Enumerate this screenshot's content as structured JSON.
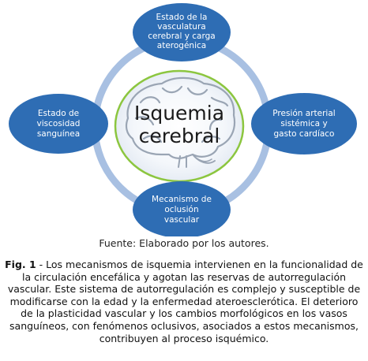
{
  "diagram": {
    "center": {
      "lines": [
        "Isquemia",
        "cerebral"
      ]
    },
    "nodes": [
      {
        "id": "top",
        "lines": [
          "Estado de la",
          "vasculatura",
          "cerebral y carga",
          "aterogénica"
        ]
      },
      {
        "id": "right",
        "lines": [
          "Presión arterial",
          "sistémica y",
          "gasto cardíaco"
        ]
      },
      {
        "id": "bottom",
        "lines": [
          "Mecanismo de",
          "oclusión",
          "vascular"
        ]
      },
      {
        "id": "left",
        "lines": [
          "Estado de",
          "viscosidad",
          "sanguínea"
        ]
      }
    ],
    "colors": {
      "node_fill": "#2E6DB4",
      "cycle_ring": "#A8C0E2",
      "center_ring": "#8CC63F"
    }
  },
  "source": "Fuente: Elaborado por los autores.",
  "caption": {
    "label": "Fig. 1",
    "text": " - Los mecanismos de isquemia intervienen en la funcionalidad de la circulación encefálica y agotan las reservas de autorregulación vascular. Este sistema de autorregulación es complejo y susceptible de modificarse con la edad y la enfermedad ateroesclerótica. El deterioro de la plasticidad vascular y los cambios morfológicos en los vasos sanguíneos, con fenómenos oclusivos, asociados a estos mecanismos, contribuyen al proceso isquémico."
  }
}
